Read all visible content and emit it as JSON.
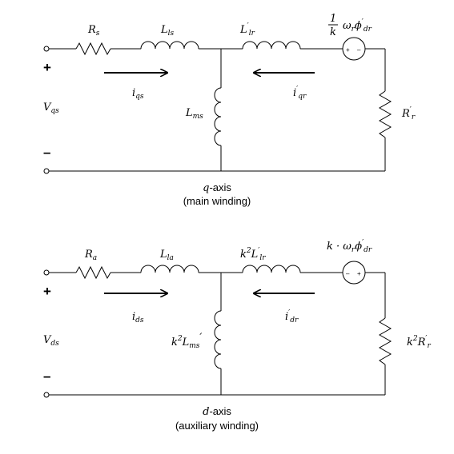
{
  "q_circuit": {
    "stator_resistance": "R",
    "stator_resistance_sub": "s",
    "stator_leakage": "L",
    "stator_leakage_sub": "ls",
    "rotor_leakage": "L",
    "rotor_leakage_sup": "′",
    "rotor_leakage_sub": "lr",
    "source_frac_num": "1",
    "source_frac_den": "k",
    "source_omega": "ω",
    "source_omega_sub": "r",
    "source_phi": "ϕ",
    "source_phi_sup": "′",
    "source_phi_sub": "dr",
    "rotor_resistance": "R",
    "rotor_resistance_sup": "′",
    "rotor_resistance_sub": "r",
    "plus_sign": "+",
    "minus_sign": "–",
    "voltage": "V",
    "voltage_sub": "qs",
    "stator_current": "i",
    "stator_current_sub": "qs",
    "mutual": "L",
    "mutual_sub": "ms",
    "rotor_current": "i",
    "rotor_current_sup": "′",
    "rotor_current_sub": "qr",
    "source_plus": "+",
    "source_minus": "–",
    "axis_italic": "q",
    "axis_rest": "-axis",
    "caption": "(main winding)"
  },
  "d_circuit": {
    "stator_resistance": "R",
    "stator_resistance_sub": "a",
    "stator_leakage": "L",
    "stator_leakage_sub": "la",
    "rotor_leakage_coef": "k",
    "rotor_leakage_coef_sup": "2",
    "rotor_leakage": "L",
    "rotor_leakage_sup": "′",
    "rotor_leakage_sub": "lr",
    "source_coef": "k · ",
    "source_omega": "ω",
    "source_omega_sub": "r",
    "source_phi": "ϕ",
    "source_phi_sup": "′",
    "source_phi_sub": "dr",
    "rotor_resistance_coef": "k",
    "rotor_resistance_coef_sup": "2",
    "rotor_resistance": "R",
    "rotor_resistance_sup": "′",
    "rotor_resistance_sub": "r",
    "plus_sign": "+",
    "minus_sign": "–",
    "voltage": "V",
    "voltage_sub": "ds",
    "stator_current": "i",
    "stator_current_sub": "ds",
    "mutual_coef": "k",
    "mutual_coef_sup": "2",
    "mutual": "L",
    "mutual_sub": "ms",
    "mutual_prime": "′",
    "rotor_current": "i",
    "rotor_current_sup": "′",
    "rotor_current_sub": "dr",
    "source_minus": "–",
    "source_plus": "+",
    "axis_italic": "d",
    "axis_rest": "-axis",
    "caption": "(auxiliary winding)"
  }
}
